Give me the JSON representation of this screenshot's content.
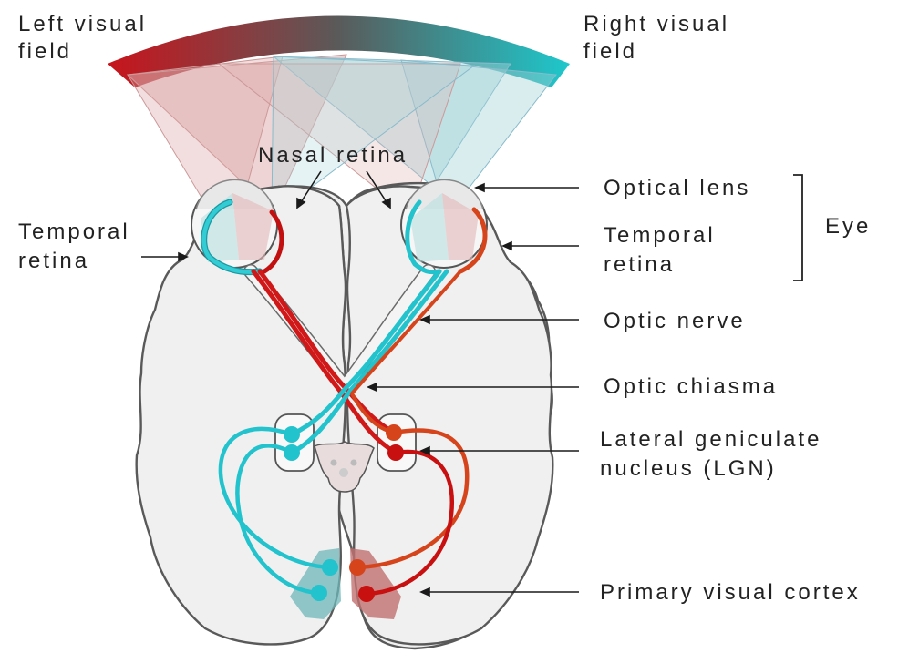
{
  "labels": {
    "left_visual_field_1": "Left visual",
    "left_visual_field_2": "field",
    "right_visual_field_1": "Right visual",
    "right_visual_field_2": "field",
    "nasal_retina": "Nasal retina",
    "temporal_retina_left_1": "Temporal",
    "temporal_retina_left_2": "retina",
    "optical_lens": "Optical lens",
    "temporal_retina_right_1": "Temporal",
    "temporal_retina_right_2": "retina",
    "eye": "Eye",
    "optic_nerve": "Optic nerve",
    "optic_chiasma": "Optic chiasma",
    "lgn_1": "Lateral geniculate",
    "lgn_2": "nucleus (LGN)",
    "primary_visual_cortex": "Primary visual cortex"
  },
  "colors": {
    "left_field": "#c8141c",
    "right_field": "#1ec8cc",
    "cyan_pathway": "#22c3cc",
    "red_pathway": "#d01818",
    "orange_pathway": "#d6441c",
    "brain_fill": "#f0f0f0"
  }
}
